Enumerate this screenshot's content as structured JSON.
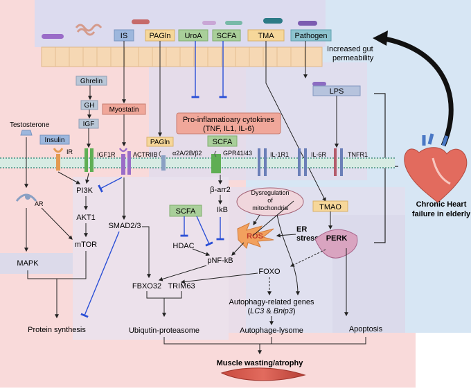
{
  "gut": {
    "lumen_labels": [
      "IS",
      "PAGln",
      "UroA",
      "SCFA",
      "TMA",
      "Pathogen"
    ],
    "permeability_label_line1": "Increased gut",
    "permeability_label_line2": "permeability",
    "lps": "LPS"
  },
  "cytokines": {
    "line1": "Pro-inflamatioary cytokines",
    "line2": "(TNF, IL1, IL-6)"
  },
  "hormones": {
    "ghrelin": "Ghrelin",
    "gh": "GH",
    "igf": "IGF",
    "myostatin": "Myostatin",
    "testosterone": "Testosterone",
    "insulin": "Insulin",
    "pagln_ligand": "PAGln",
    "scfa_ligand": "SCFA"
  },
  "receptors": {
    "ir": "IR",
    "igf1r": "IGF1R",
    "actriib": "ACTRIIB",
    "adrenergic": "α2A/2B/β2",
    "gpr": "GPR41/43",
    "il1r1": "IL-1R1",
    "il6r": "IL-6R",
    "tnfr1": "TNFR1",
    "ar": "AR"
  },
  "signaling": {
    "pi3k": "PI3K",
    "akt1": "AKT1",
    "mtor": "mTOR",
    "mapk": "MAPK",
    "smad": "SMAD2/3",
    "barr": "β-arr2",
    "ikb": "IkB",
    "scfa": "SCFA",
    "hdac": "HDAC",
    "pnfkb": "pNF-kB",
    "mito_line1": "Dysregulation",
    "mito_line2": "of",
    "mito_line3": "mitochondria",
    "ros": "ROS",
    "er_line1": "ER",
    "er_line2": "stress",
    "perk": "PERK",
    "tmao": "TMAO",
    "foxo": "FOXO",
    "fbxo32": "FBXO32",
    "trim63": "TRIM63",
    "autophagy_line1": "Autophagy-related genes",
    "autophagy_line2_pre": "(",
    "autophagy_lc3": "LC3",
    "autophagy_amp": " & ",
    "autophagy_bnip3": "Bnip3",
    "autophagy_line2_post": ")"
  },
  "outcomes": {
    "protein_synthesis": "Protein synthesis",
    "ubiquitin": "Ubiqutin-proteasome",
    "autophage": "Autophage-lysome",
    "apoptosis": "Apoptosis",
    "muscle": "Muscle wasting/atrophy"
  },
  "heart": {
    "line1": "Chronic Heart",
    "line2": "failure in elderly"
  },
  "colors": {
    "pink_panel": "#f9d6d6",
    "blue_panel": "#d7e6f4",
    "purple_panel": "#e4e0ef",
    "box_blue": "#9db7dd",
    "box_orange": "#f6d79a",
    "box_green": "#a9cf9a",
    "box_teal": "#8ec4cf",
    "box_salmon": "#f0a79a",
    "box_gray": "#b9c7d7",
    "inhibit_blue": "#2a4fd6",
    "arrow": "#222222"
  }
}
